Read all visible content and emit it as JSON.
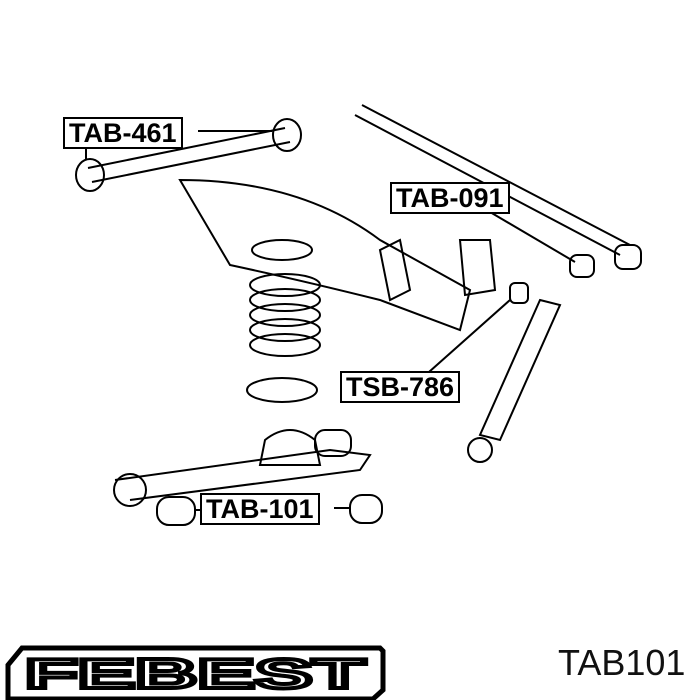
{
  "labels": {
    "tab461": "TAB-461",
    "tab091": "TAB-091",
    "tsb786": "TSB-786",
    "tab101": "TAB-101"
  },
  "logo": "FEBEST",
  "part_number": "TAB101",
  "colors": {
    "ink": "#000000",
    "background": "#ffffff"
  }
}
